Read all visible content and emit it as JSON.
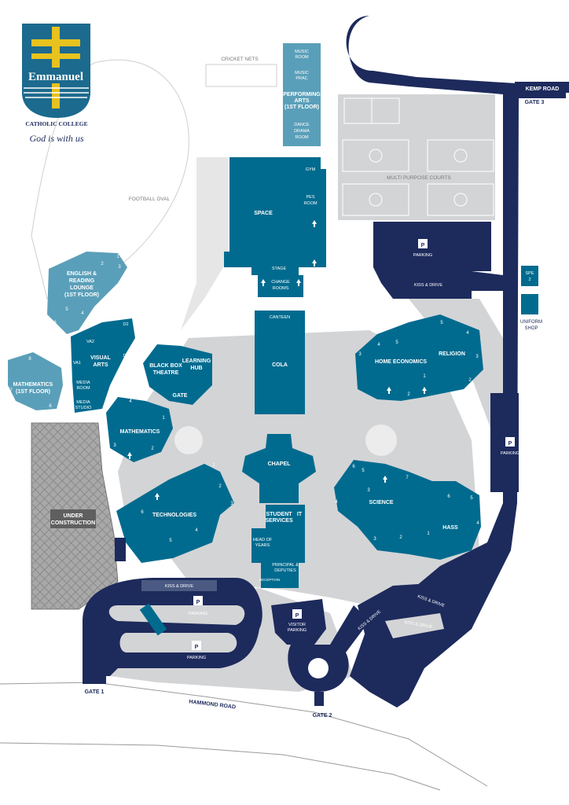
{
  "logo": {
    "name": "Emmanuel",
    "subtitle": "CATHOLIC COLLEGE",
    "motto": "God is with us"
  },
  "colors": {
    "road": "#1d2a5c",
    "teal": "#006b8f",
    "light_teal": "#3a8aaa",
    "pale_teal": "#5fa5bf",
    "grey": "#cfd0d2",
    "pale": "#ececec"
  },
  "roads": {
    "kemp": "KEMP ROAD",
    "hammond": "HAMMOND ROAD",
    "gate1": "GATE 1",
    "gate2": "GATE 2",
    "gate3": "GATE 3"
  },
  "areas": {
    "football_oval": "FOOTBALL OVAL",
    "cricket_nets": "CRICKET NETS",
    "multi_purpose_courts": "MULTI PURPOSE COURTS",
    "under_construction_1": "UNDER",
    "under_construction_2": "CONSTRUCTION"
  },
  "buildings": {
    "music_room_1": "MUSIC",
    "music_room_2": "ROOM",
    "music_prac_1": "MUSIC",
    "music_prac_2": "PRAC",
    "performing_1": "PERFORMING",
    "performing_2": "ARTS",
    "performing_3": "(1ST FLOOR)",
    "dance_1": "DANCE",
    "dance_2": "DRAMA",
    "dance_3": "ROOM",
    "space": "SPACE",
    "gym": "GYM",
    "pes_1": "PES",
    "pes_2": "ROOM",
    "stage": "STAGE",
    "change_1": "CHANGE",
    "change_2": "ROOMS",
    "canteen": "CANTEEN",
    "cola": "COLA",
    "english_1": "ENGLISH &",
    "english_2": "READING",
    "english_3": "LOUNGE",
    "english_4": "(1ST FLOOR)",
    "maths_floor_1": "MATHEMATICS",
    "maths_floor_2": "(1ST FLOOR)",
    "visual_1": "VISUAL",
    "visual_2": "ARTS",
    "va1": "VA1",
    "va2": "VA2",
    "d1": "D1",
    "d2": "D2",
    "media_room_1": "MEDIA",
    "media_room_2": "ROOM",
    "media_studio_1": "MEDIA",
    "media_studio_2": "STUDIO",
    "blackbox_1": "BLACK BOX",
    "blackbox_2": "THEATRE",
    "learning_1": "LEARNING",
    "learning_2": "HUB",
    "gate": "GATE",
    "mathematics": "MATHEMATICS",
    "chapel": "CHAPEL",
    "technologies": "TECHNOLOGIES",
    "student_1": "STUDENT",
    "student_2": "SERVICES",
    "it": "IT",
    "head_1": "HEAD OF",
    "head_2": "YEARS",
    "principal_1": "PRINCIPAL &",
    "principal_2": "DEPUTIES",
    "reception": "RECEPTION",
    "home_ec": "HOME ECONOMICS",
    "religion": "RELIGION",
    "science": "SCIENCE",
    "hass": "HASS",
    "spe_1": "SPE",
    "spe_2": "2",
    "uniform_1": "UNIFORM",
    "uniform_2": "SHOP"
  },
  "parking": {
    "letter": "P",
    "label": "PARKING",
    "visitor_1": "VISITOR",
    "visitor_2": "PARKING",
    "kiss_drive": "KISS & DRIVE"
  },
  "room_numbers": {
    "n1": "1",
    "n2": "2",
    "n3": "3",
    "n4": "4",
    "n5": "5",
    "n6": "6",
    "n7": "7",
    "n8": "8"
  }
}
